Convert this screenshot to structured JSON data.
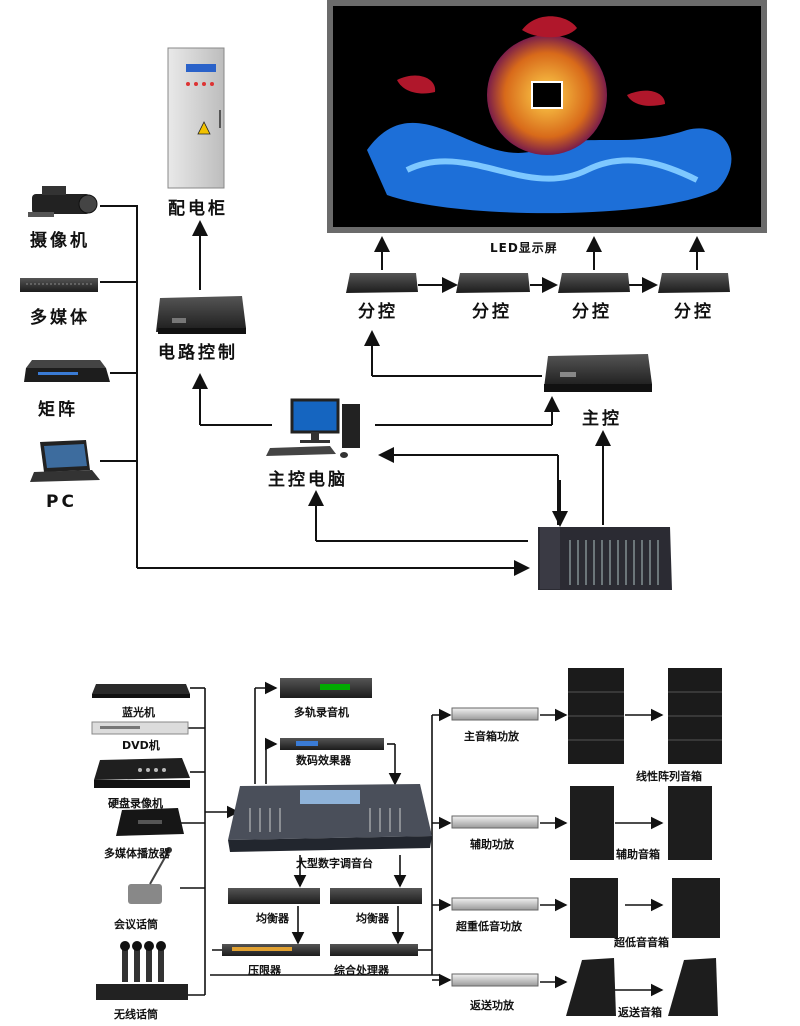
{
  "top": {
    "sources": [
      {
        "label": "摄像机",
        "icon": "camera-icon"
      },
      {
        "label": "多媒体",
        "icon": "media-server-icon"
      },
      {
        "label": "矩阵",
        "icon": "matrix-switcher-icon"
      },
      {
        "label": "PC",
        "icon": "laptop-icon"
      }
    ],
    "cabinet": "配电柜",
    "circuit_control": "电路控制",
    "main_pc": "主控电脑",
    "main_control": "主控",
    "led_screen": "LED显示屏",
    "sub_controls": [
      "分控",
      "分控",
      "分控",
      "分控"
    ]
  },
  "bottom": {
    "sources": [
      {
        "label": "蓝光机",
        "icon": "bluray-player-icon"
      },
      {
        "label": "DVD机",
        "icon": "dvd-player-icon"
      },
      {
        "label": "硬盘录像机",
        "icon": "dvr-icon"
      },
      {
        "label": "多媒体播放器",
        "icon": "media-player-icon"
      },
      {
        "label": "会议话筒",
        "icon": "conference-mic-icon"
      },
      {
        "label": "无线话筒",
        "icon": "wireless-mic-icon"
      }
    ],
    "multitrack": "多轨录音机",
    "digital_fx": "数码效果器",
    "mixer": "大型数字调音台",
    "eq1": "均衡器",
    "eq2": "均衡器",
    "limiter": "压限器",
    "processor": "综合处理器",
    "amps": [
      "主音箱功放",
      "辅助功放",
      "超重低音功放",
      "返送功放"
    ],
    "speakers": [
      "线性阵列音箱",
      "辅助音箱",
      "超低音音箱",
      "返送音箱"
    ]
  },
  "colors": {
    "line": "#111111",
    "device": "#2a2a2a",
    "screen_bg": "#000000"
  }
}
